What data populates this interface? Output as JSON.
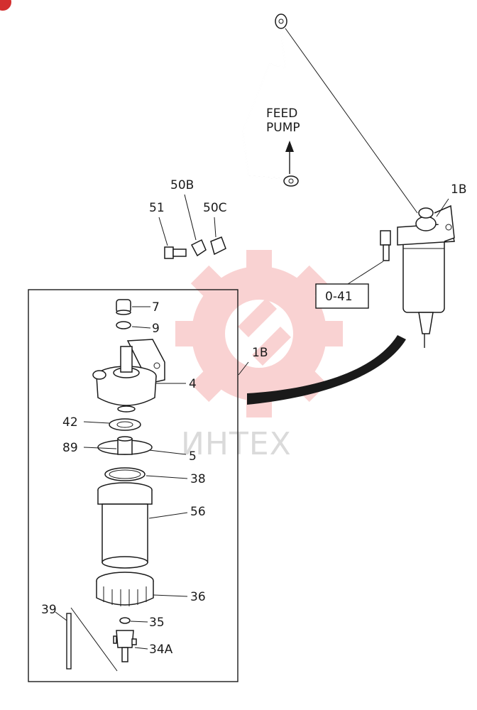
{
  "callouts": {
    "feed_pump": [
      "FEED",
      "PUMP"
    ],
    "ref_box": "0-41",
    "assembly_top": "1B",
    "assembly_inset": "1B",
    "parts": {
      "p51": "51",
      "p50b": "50B",
      "p50c": "50C",
      "p7": "7",
      "p9": "9",
      "p4": "4",
      "p42": "42",
      "p89": "89",
      "p5": "5",
      "p38": "38",
      "p56": "56",
      "p36": "36",
      "p35": "35",
      "p39": "39",
      "p34a": "34A"
    }
  },
  "watermark": {
    "text": "ИНТЕХ",
    "color": "#e53935"
  },
  "corner_badge_color": "#d32f2f"
}
